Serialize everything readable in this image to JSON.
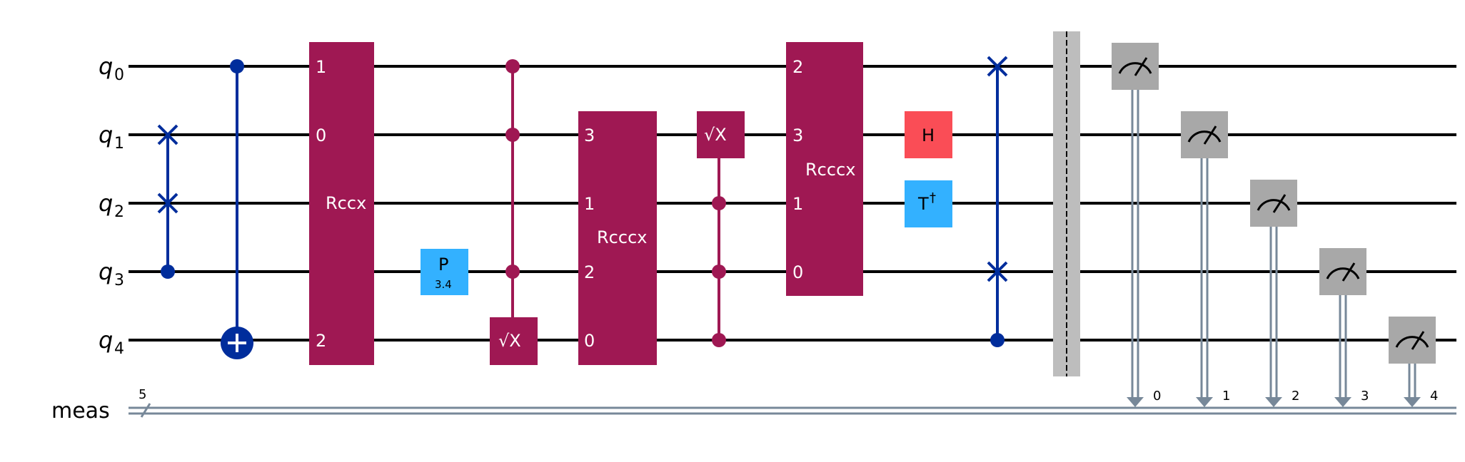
{
  "qubits": [
    {
      "name": "q",
      "index": "0"
    },
    {
      "name": "q",
      "index": "1"
    },
    {
      "name": "q",
      "index": "2"
    },
    {
      "name": "q",
      "index": "3"
    },
    {
      "name": "q",
      "index": "4"
    }
  ],
  "classical": {
    "name": "meas",
    "size": "5"
  },
  "gates": {
    "rccx": {
      "label": "Rccx",
      "pins": [
        "1",
        "0",
        "2"
      ]
    },
    "p": {
      "label": "P",
      "param": "3.4"
    },
    "sx1": {
      "label": "√X"
    },
    "rcccx1": {
      "label": "Rcccx",
      "pins": [
        "3",
        "1",
        "2",
        "0"
      ]
    },
    "sx2": {
      "label": "√X"
    },
    "rcccx2": {
      "label": "Rcccx",
      "pins": [
        "2",
        "3",
        "1",
        "0"
      ]
    },
    "h": {
      "label": "H"
    },
    "tdg": {
      "label": "T",
      "dagger": "†"
    }
  },
  "measure_bits": [
    "0",
    "1",
    "2",
    "3",
    "4"
  ],
  "colors": {
    "wire": "#000000",
    "classical_wire": "#778899",
    "control_blue": "#002D9C",
    "multi_gate": "#9F1853",
    "p_gate": "#33B1FF",
    "h_gate": "#FA4D56",
    "measure": "#A8A8A8",
    "barrier": "#BDBDBD"
  }
}
